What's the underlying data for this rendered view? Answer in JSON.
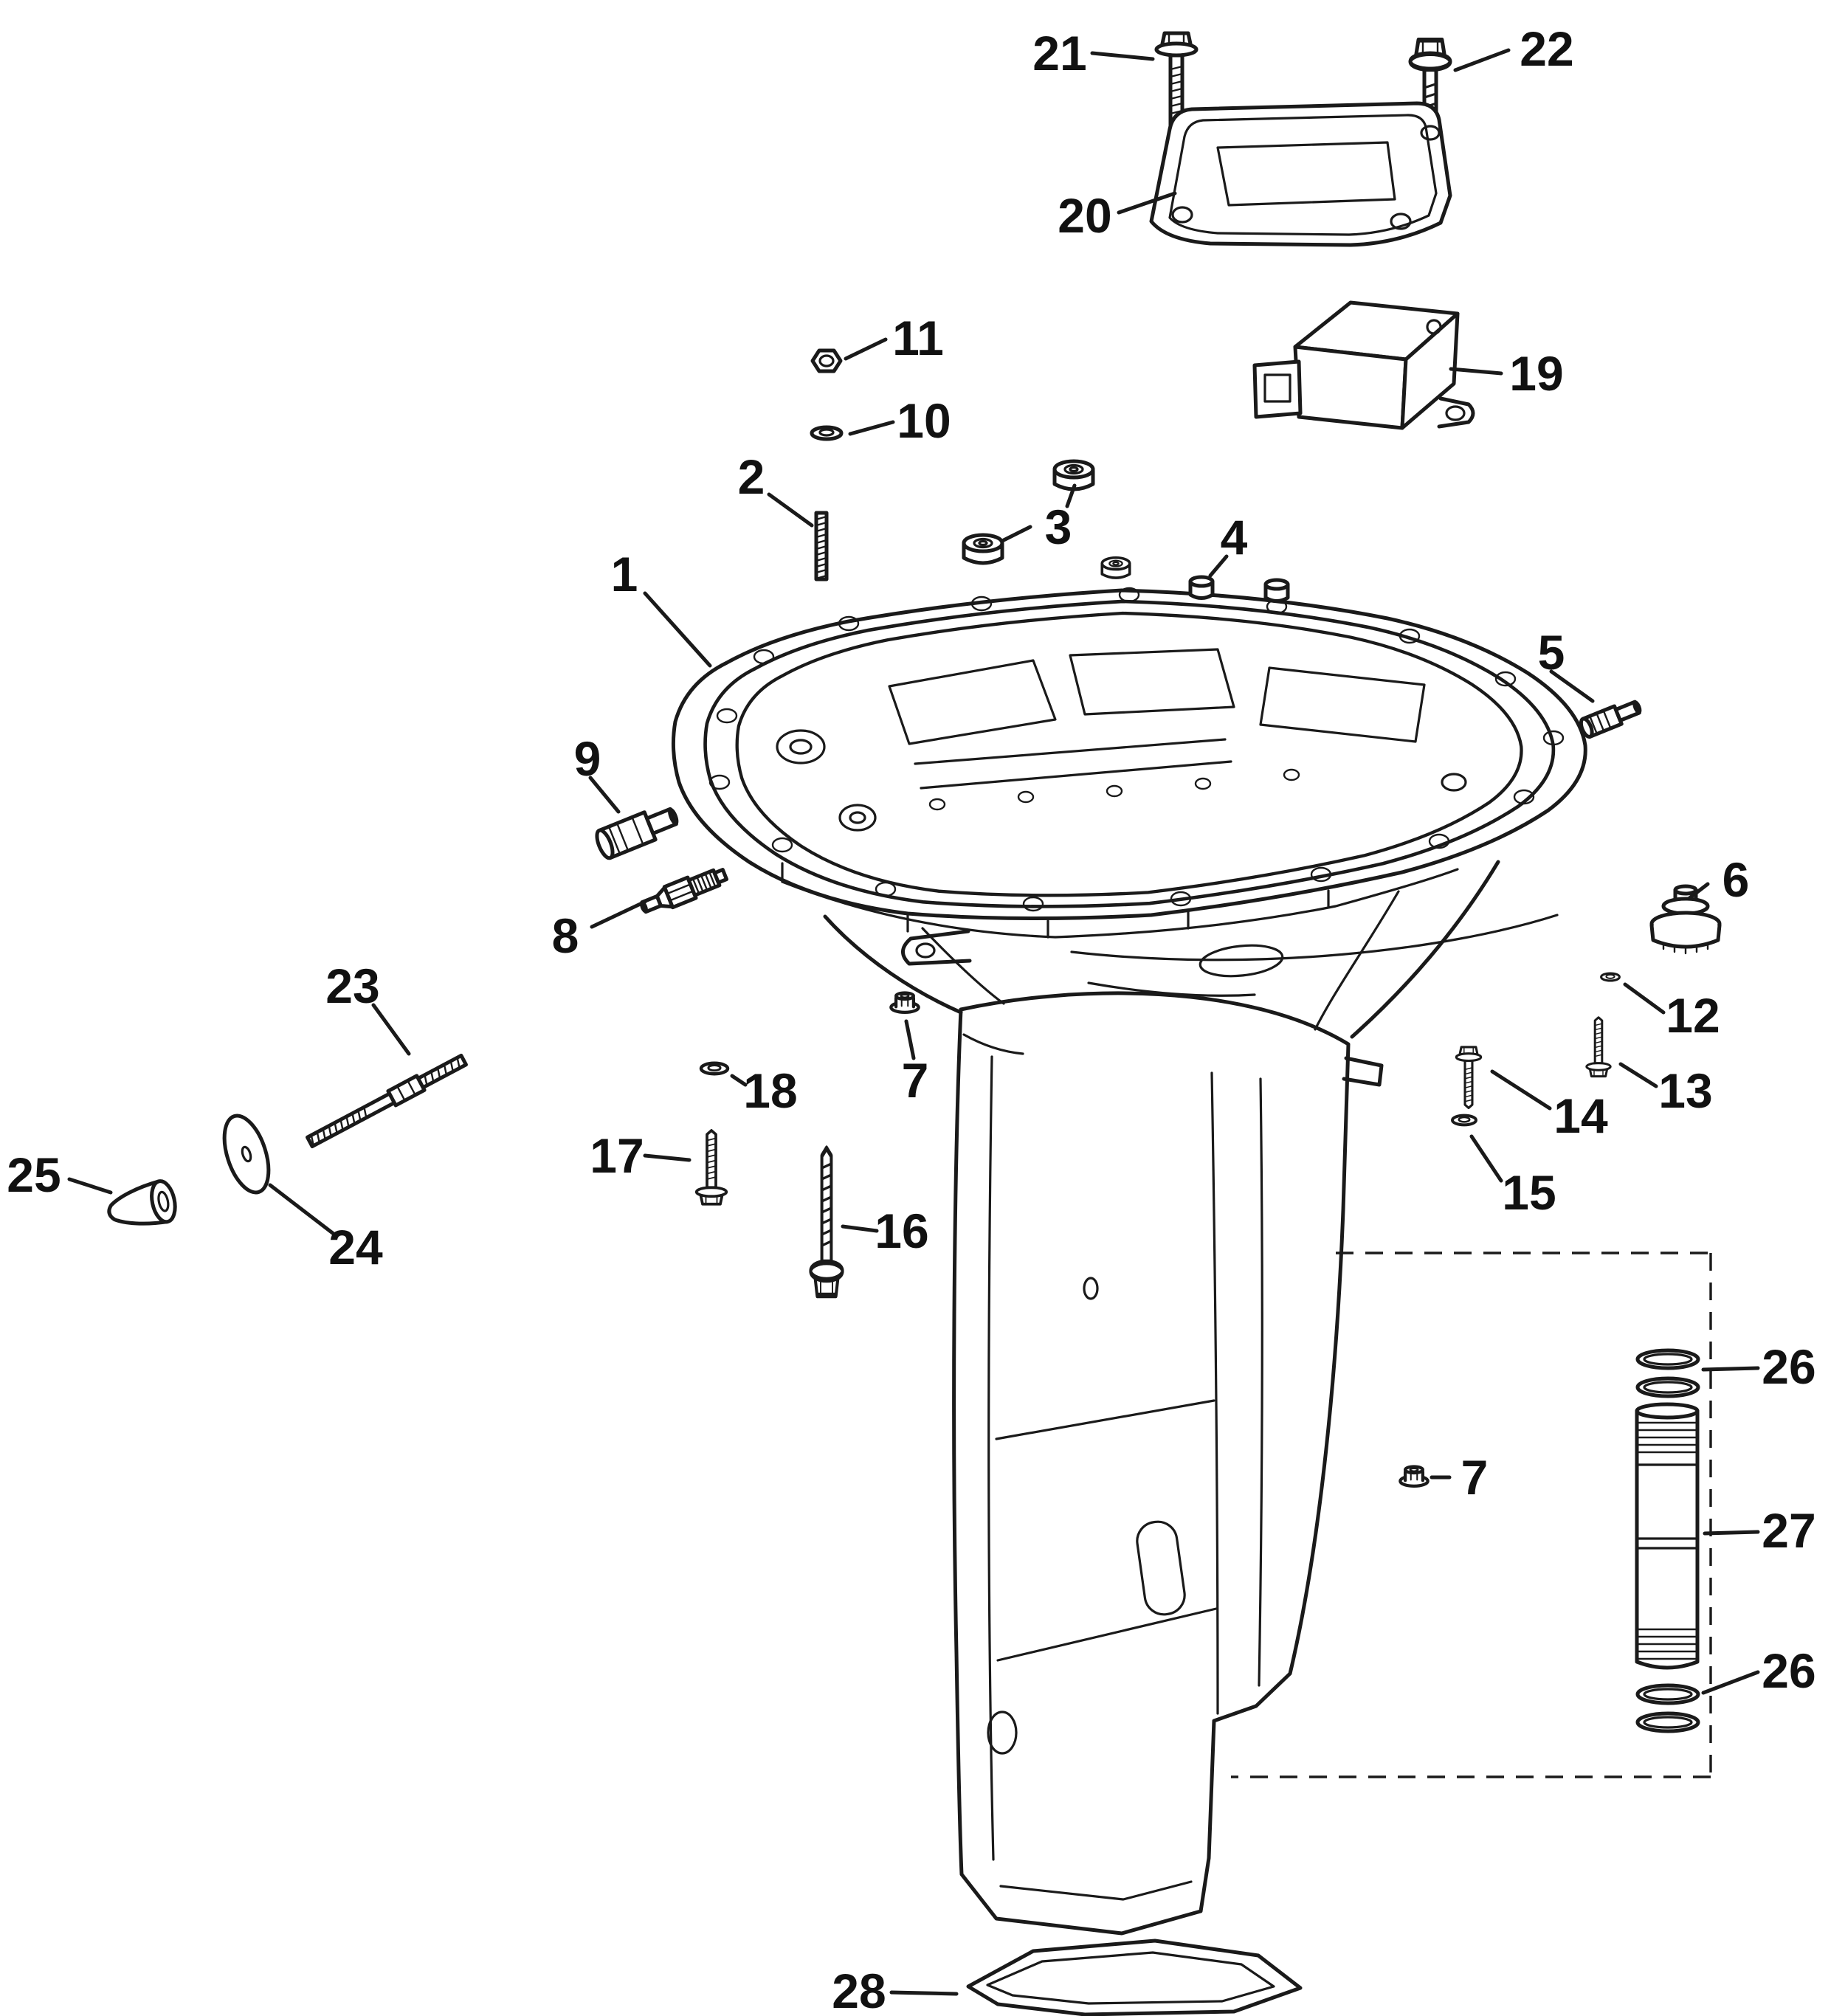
{
  "diagram": {
    "type": "exploded-parts-diagram",
    "subject": "outboard exhaust adapter and driveshaft housing",
    "background_color": "#ffffff",
    "line_color": "#1a1a1a",
    "callouts": {
      "n1": "1",
      "n2": "2",
      "n3": "3",
      "n4": "4",
      "n5": "5",
      "n6": "6",
      "n7a": "7",
      "n7b": "7",
      "n8": "8",
      "n9": "9",
      "n10": "10",
      "n11": "11",
      "n12": "12",
      "n13": "13",
      "n14": "14",
      "n15": "15",
      "n16": "16",
      "n17": "17",
      "n18": "18",
      "n19": "19",
      "n20": "20",
      "n21": "21",
      "n22": "22",
      "n23": "23",
      "n24": "24",
      "n25": "25",
      "n26a": "26",
      "n26b": "26",
      "n27": "27",
      "n28": "28"
    }
  }
}
